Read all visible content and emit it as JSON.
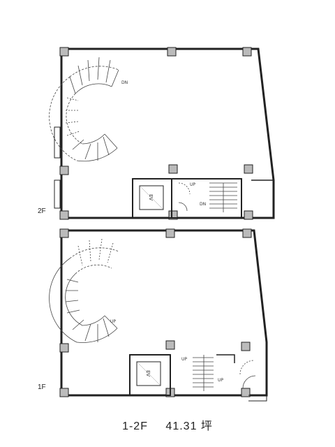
{
  "floors": [
    {
      "label": "2F",
      "stair_label": "DN",
      "ev_label": "EV",
      "core_labels": [
        "UP",
        "DN"
      ]
    },
    {
      "label": "1F",
      "stair_label": "UP",
      "ev_label": "EV",
      "core_labels": [
        "UP",
        "UP"
      ]
    }
  ],
  "caption": {
    "floors": "1-2F",
    "area": "41.31 坪"
  }
}
